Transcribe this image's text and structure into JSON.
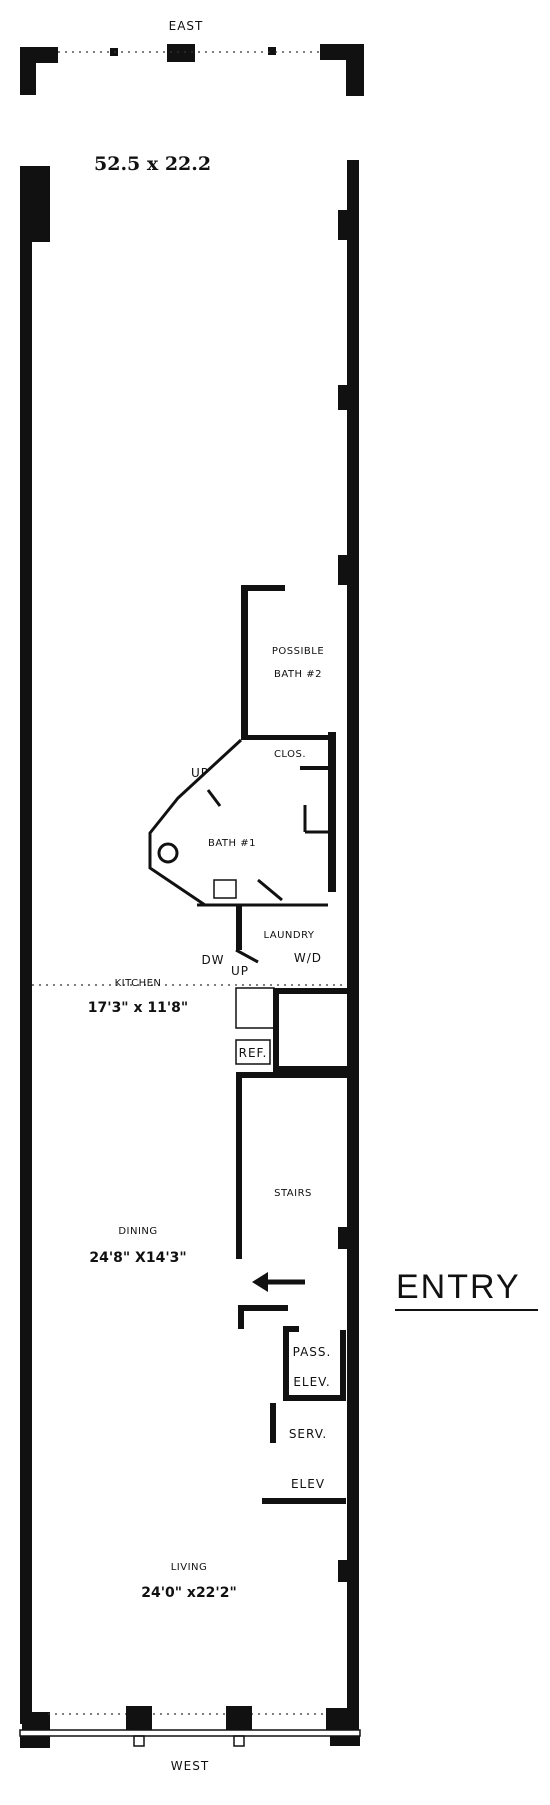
{
  "compass": {
    "top": "EAST",
    "bottom": "WEST"
  },
  "overall_dims": "52.5 x 22.2",
  "entry": "ENTRY",
  "rooms": {
    "possible_bath": {
      "line1": "POSSIBLE",
      "line2": "BATH #2"
    },
    "closet": "CLOS.",
    "bath1": "BATH #1",
    "laundry": "LAUNDRY",
    "wd": "W/D",
    "up_upper": "UP",
    "up_lower": "UP",
    "dw": "DW",
    "ref": "REF.",
    "kitchen": {
      "name": "KITCHEN",
      "dims": "17'3\" x 11'8\""
    },
    "stairs": "STAIRS",
    "dining": {
      "name": "DINING",
      "dims": "24'8\" X14'3\""
    },
    "pass_elev": {
      "line1": "PASS.",
      "line2": "ELEV."
    },
    "serv_elev": {
      "line1": "SERV.",
      "line2": "ELEV"
    },
    "living": {
      "name": "LIVING",
      "dims": "24'0\" x22'2\""
    }
  }
}
